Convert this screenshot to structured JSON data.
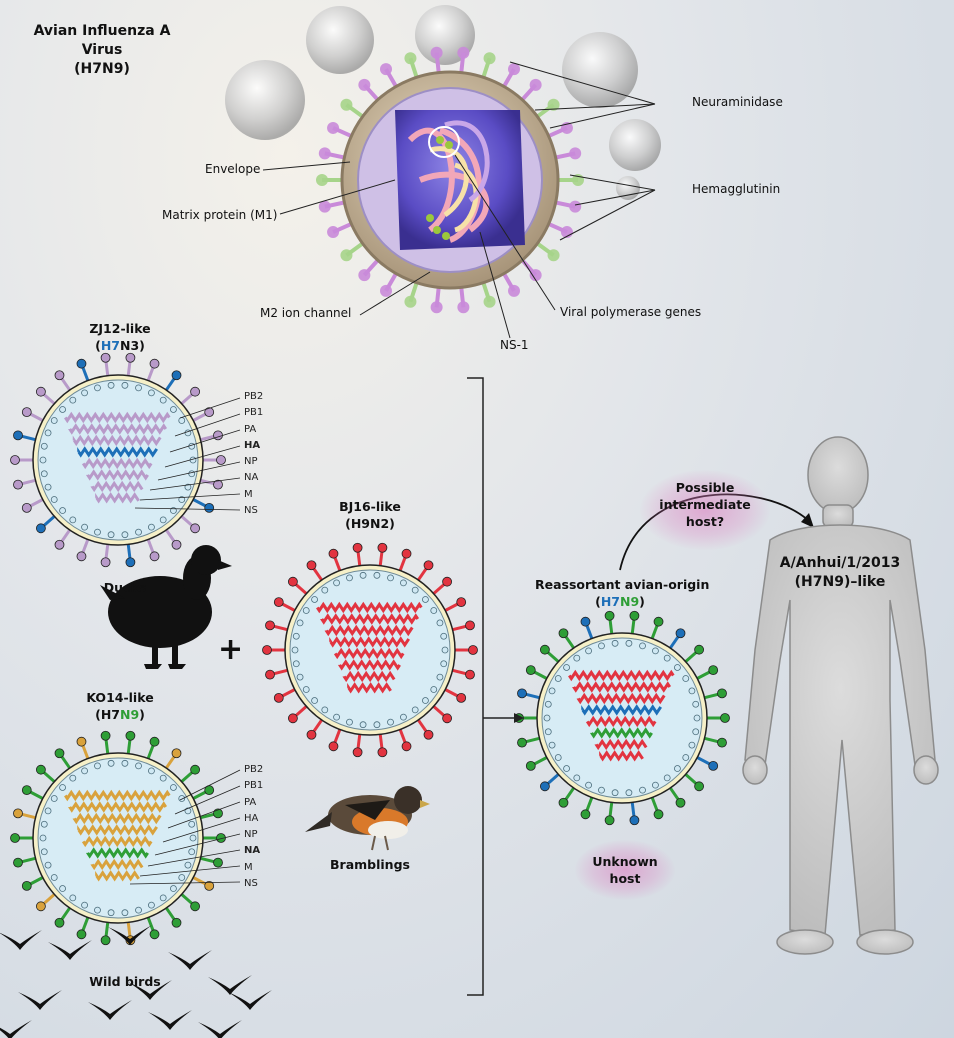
{
  "title_line1": "Avian Influenza A Virus",
  "title_line2": "(H7N9)",
  "virion_labels": {
    "envelope": "Envelope",
    "matrix": "Matrix protein (M1)",
    "m2": "M2 ion channel",
    "neuraminidase": "Neuraminidase",
    "hemagglutinin": "Hemagglutinin",
    "polymerase": "Viral polymerase genes",
    "ns1": "NS-1"
  },
  "zj12": {
    "name": "ZJ12-like",
    "subtype_pre": "(",
    "subtype_h": "H7",
    "subtype_n": "N3",
    "subtype_post": ")",
    "segments": [
      "PB2",
      "PB1",
      "PA",
      "HA",
      "NP",
      "NA",
      "M",
      "NS"
    ],
    "host": "Ducks"
  },
  "bj16": {
    "name": "BJ16-like",
    "subtype": "(H9N2)",
    "host": "Bramblings"
  },
  "ko14": {
    "name": "KO14-like",
    "subtype_pre": "(",
    "subtype_h": "H7",
    "subtype_n": "N9",
    "subtype_post": ")",
    "segments": [
      "PB2",
      "PB1",
      "PA",
      "HA",
      "NP",
      "NA",
      "M",
      "NS"
    ],
    "host": "Wild birds"
  },
  "plus": "+",
  "reassortant": {
    "line1": "Reassortant avian-origin",
    "subtype_pre": "(",
    "subtype_h": "H7",
    "subtype_n": "N9",
    "subtype_post": ")",
    "unknown_host_line1": "Unknown",
    "unknown_host_line2": "host"
  },
  "intermediate": {
    "line1": "Possible",
    "line2": "intermediate",
    "line3": "host?"
  },
  "human": {
    "line1": "A/Anhui/1/2013",
    "line2": "(H7N9)–like"
  },
  "colors": {
    "purple_gene": "#b89ac9",
    "blue_gene": "#1d6fb8",
    "red_gene": "#e23440",
    "yellow_gene": "#d9a23c",
    "green_gene": "#2e9e36"
  }
}
